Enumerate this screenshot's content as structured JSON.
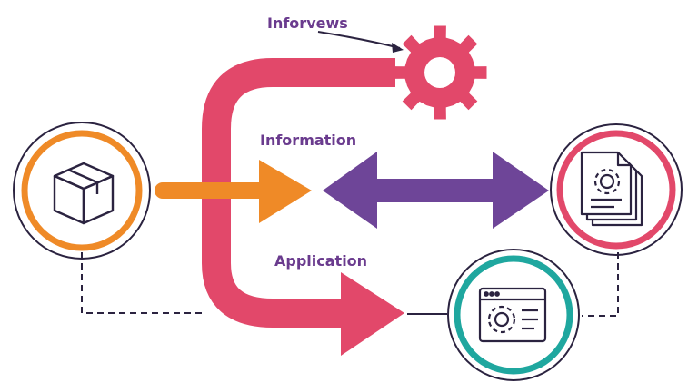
{
  "labels": {
    "top": "Inforvews",
    "middle": "Information",
    "bottom": "Application"
  },
  "nodes": {
    "left": {
      "icon": "box-icon"
    },
    "right_top": {
      "icon": "document-gear-icon"
    },
    "right_bottom": {
      "icon": "browser-settings-icon"
    }
  },
  "top_icon": "gear-icon",
  "colors": {
    "crimson": "#e2486a",
    "orange": "#ef8a27",
    "purple": "#6e4598",
    "teal": "#1fa79f",
    "ink": "#2b2340",
    "label_purple": "#6a3b8e"
  }
}
